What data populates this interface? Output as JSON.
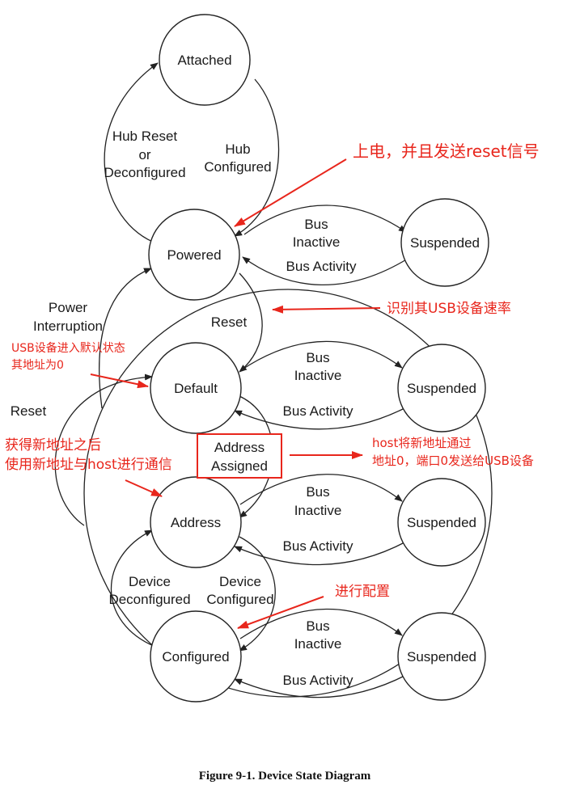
{
  "states": {
    "attached": "Attached",
    "powered": "Powered",
    "default": "Default",
    "address": "Address",
    "configured": "Configured",
    "suspended": "Suspended"
  },
  "transitions": {
    "hub_reset": [
      "Hub Reset",
      "or",
      "Deconfigured"
    ],
    "hub_configured": [
      "Hub",
      "Configured"
    ],
    "bus_inactive": [
      "Bus",
      "Inactive"
    ],
    "bus_activity": "Bus Activity",
    "power_interruption": [
      "Power",
      "Interruption"
    ],
    "reset_inner": "Reset",
    "reset_outer": "Reset",
    "address_assigned": [
      "Address",
      "Assigned"
    ],
    "device_deconfigured": [
      "Device",
      "Deconfigured"
    ],
    "device_configured": [
      "Device",
      "Configured"
    ]
  },
  "annotations": {
    "power_on": "上电，并且发送reset信号",
    "identify_speed": "识别其USB设备速率",
    "default_state": [
      "USB设备进入默认状态",
      "其地址为0"
    ],
    "new_address": [
      "获得新地址之后",
      "使用新地址与host进行通信"
    ],
    "host_address": [
      "host将新地址通过",
      "地址0，端口0发送给USB设备"
    ],
    "configure": "进行配置"
  },
  "caption": "Figure 9-1.  Device State Diagram",
  "colors": {
    "annotation": "#e8261c",
    "lines": "#222222"
  }
}
